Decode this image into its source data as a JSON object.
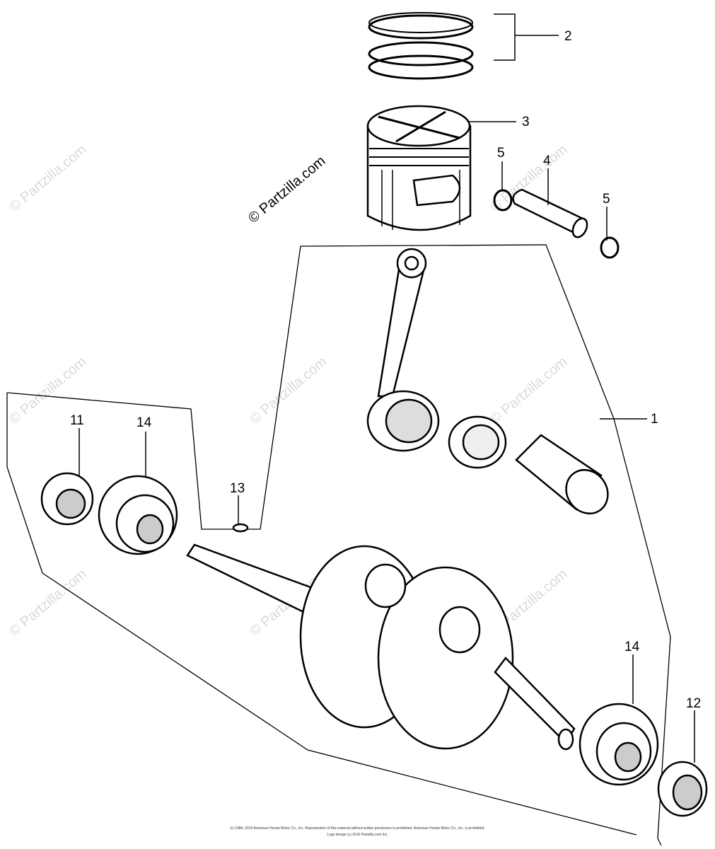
{
  "callouts": {
    "c1": "1",
    "c2": "2",
    "c3": "3",
    "c4": "4",
    "c5a": "5",
    "c5b": "5",
    "c11": "11",
    "c12": "12",
    "c13": "13",
    "c14a": "14",
    "c14b": "14"
  },
  "watermark": "© Partzilla.com",
  "footer": {
    "line1": "(c) 1984, 2010 American Honda Motor Co., Inc. Reproduction of this material without written permission is prohibited. American Honda Motor Co., Inc. is prohibited.",
    "line2": "Logo design (c) 2010 Partzilla.com Inc."
  },
  "colors": {
    "ink": "#000000",
    "watermark": "#d9d9d9",
    "background": "#ffffff"
  }
}
